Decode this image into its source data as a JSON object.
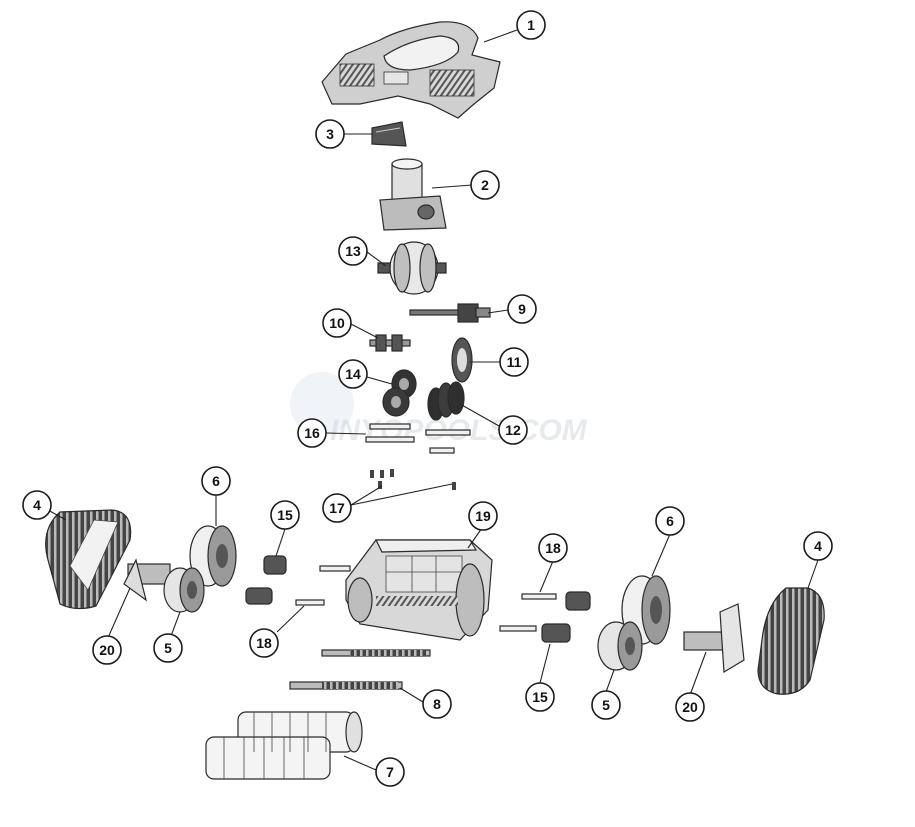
{
  "diagram": {
    "watermark_text": "INYOPOOLS.COM",
    "callouts": [
      {
        "id": "c1",
        "label": "1"
      },
      {
        "id": "c2",
        "label": "2"
      },
      {
        "id": "c3",
        "label": "3"
      },
      {
        "id": "c4a",
        "label": "4"
      },
      {
        "id": "c4b",
        "label": "4"
      },
      {
        "id": "c5a",
        "label": "5"
      },
      {
        "id": "c5b",
        "label": "5"
      },
      {
        "id": "c6a",
        "label": "6"
      },
      {
        "id": "c6b",
        "label": "6"
      },
      {
        "id": "c7",
        "label": "7"
      },
      {
        "id": "c8",
        "label": "8"
      },
      {
        "id": "c9",
        "label": "9"
      },
      {
        "id": "c10",
        "label": "10"
      },
      {
        "id": "c11",
        "label": "11"
      },
      {
        "id": "c12",
        "label": "12"
      },
      {
        "id": "c13",
        "label": "13"
      },
      {
        "id": "c14",
        "label": "14"
      },
      {
        "id": "c15a",
        "label": "15"
      },
      {
        "id": "c15b",
        "label": "15"
      },
      {
        "id": "c16",
        "label": "16"
      },
      {
        "id": "c17",
        "label": "17"
      },
      {
        "id": "c18a",
        "label": "18"
      },
      {
        "id": "c18b",
        "label": "18"
      },
      {
        "id": "c19",
        "label": "19"
      },
      {
        "id": "c20a",
        "label": "20"
      },
      {
        "id": "c20b",
        "label": "20"
      }
    ]
  }
}
